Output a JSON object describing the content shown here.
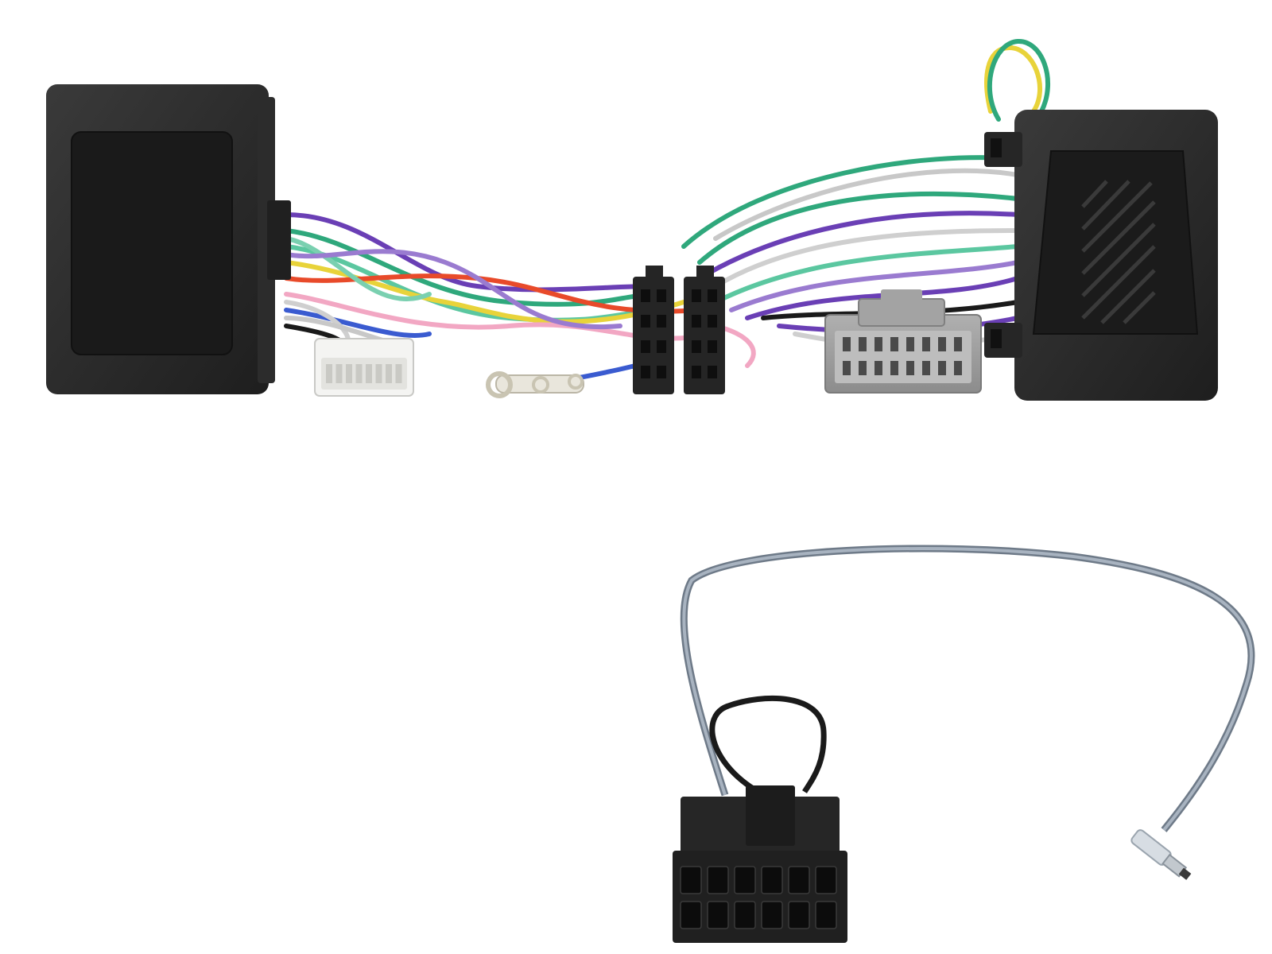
{
  "image": {
    "background": "#ffffff",
    "objects": [
      "left-interface-box",
      "right-interface-box",
      "wire-harness",
      "white-16-pin-connector",
      "iso-power-connector",
      "iso-speaker-connector",
      "grey-vehicle-connector",
      "ring-terminals",
      "antenna-lead",
      "12-pin-patch-connector"
    ]
  },
  "colors": {
    "box": "#262626",
    "box_panel": "#1c1c1c",
    "connector_white": "#f2f2f0",
    "connector_grey": "#9a9a9a",
    "connector_black": "#222222",
    "antenna_cable": "#8a95a3",
    "wires": [
      "#6a3fb5",
      "#2fa87c",
      "#5bc7a0",
      "#e8d33a",
      "#e84a2a",
      "#f2a7c3",
      "#3a5bd0",
      "#1a1a1a",
      "#cfcfcf",
      "#7ad0b0",
      "#9a7bd0",
      "#c8c8c8"
    ]
  }
}
